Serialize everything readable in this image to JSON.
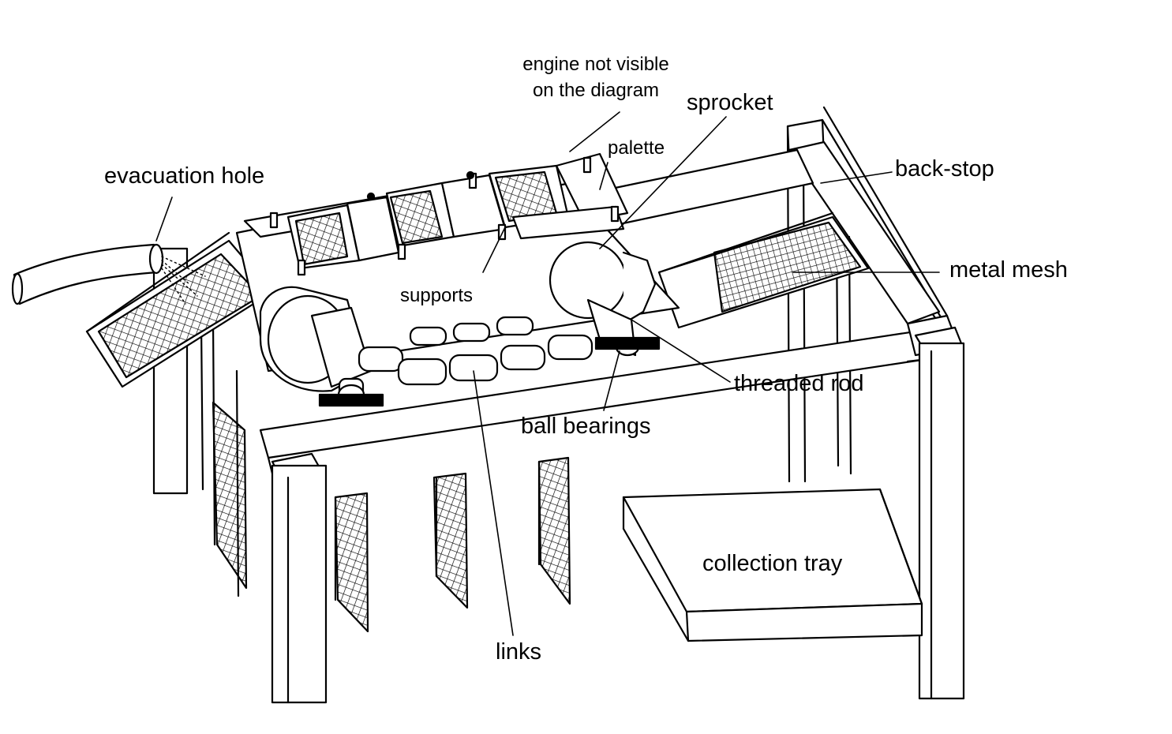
{
  "labels": {
    "engine_note_line1": "engine not visible",
    "engine_note_line2": "on the diagram",
    "sprocket": "sprocket",
    "palette": "palette",
    "evacuation_hole": "evacuation hole",
    "back_stop": "back-stop",
    "metal_mesh": "metal mesh",
    "supports": "supports",
    "threaded_rod": "threaded rod",
    "ball_bearings": "ball bearings",
    "links": "links",
    "collection_tray": "collection tray"
  },
  "colors": {
    "ink": "#000000",
    "background": "#ffffff"
  }
}
